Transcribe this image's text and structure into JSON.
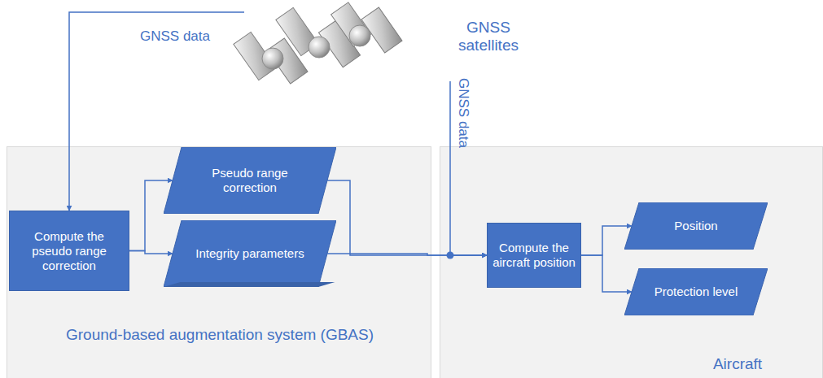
{
  "diagram": {
    "nodes": [
      {
        "text": [
          "Ground-based augmentation system (GBAS)"
        ]
      },
      {
        "text": [
          "Compute the pseudo range correction"
        ],
        "in": 0
      },
      {
        "text": [
          "Pseudo range correction"
        ],
        "in": 0
      },
      {
        "text": [
          "Integrity parameters"
        ],
        "in": 0
      },
      {
        "text": [
          "Aircraft"
        ]
      },
      {
        "text": [
          "Compute the aircraft position"
        ],
        "in": 4
      },
      {
        "text": [
          "Position"
        ],
        "in": 4
      },
      {
        "text": [
          "Protection level"
        ],
        "in": 4
      },
      {
        "text": [
          "GNSS satellites"
        ]
      }
    ],
    "edges": [
      {
        "from": 8,
        "to": 1,
        "label": "GNSS data",
        "arrow": "to"
      },
      {
        "from": 1,
        "to": 2,
        "arrow": "to"
      },
      {
        "from": 1,
        "to": 3,
        "arrow": "to"
      },
      {
        "from": 2,
        "to": 5,
        "arrow": "to"
      },
      {
        "from": 3,
        "to": 5,
        "arrow": "to"
      },
      {
        "from": 8,
        "to": 5,
        "label": "GNSS data",
        "arrow": "to"
      },
      {
        "from": 5,
        "to": 6,
        "arrow": "to"
      },
      {
        "from": 5,
        "to": 7,
        "arrow": "to"
      }
    ]
  }
}
